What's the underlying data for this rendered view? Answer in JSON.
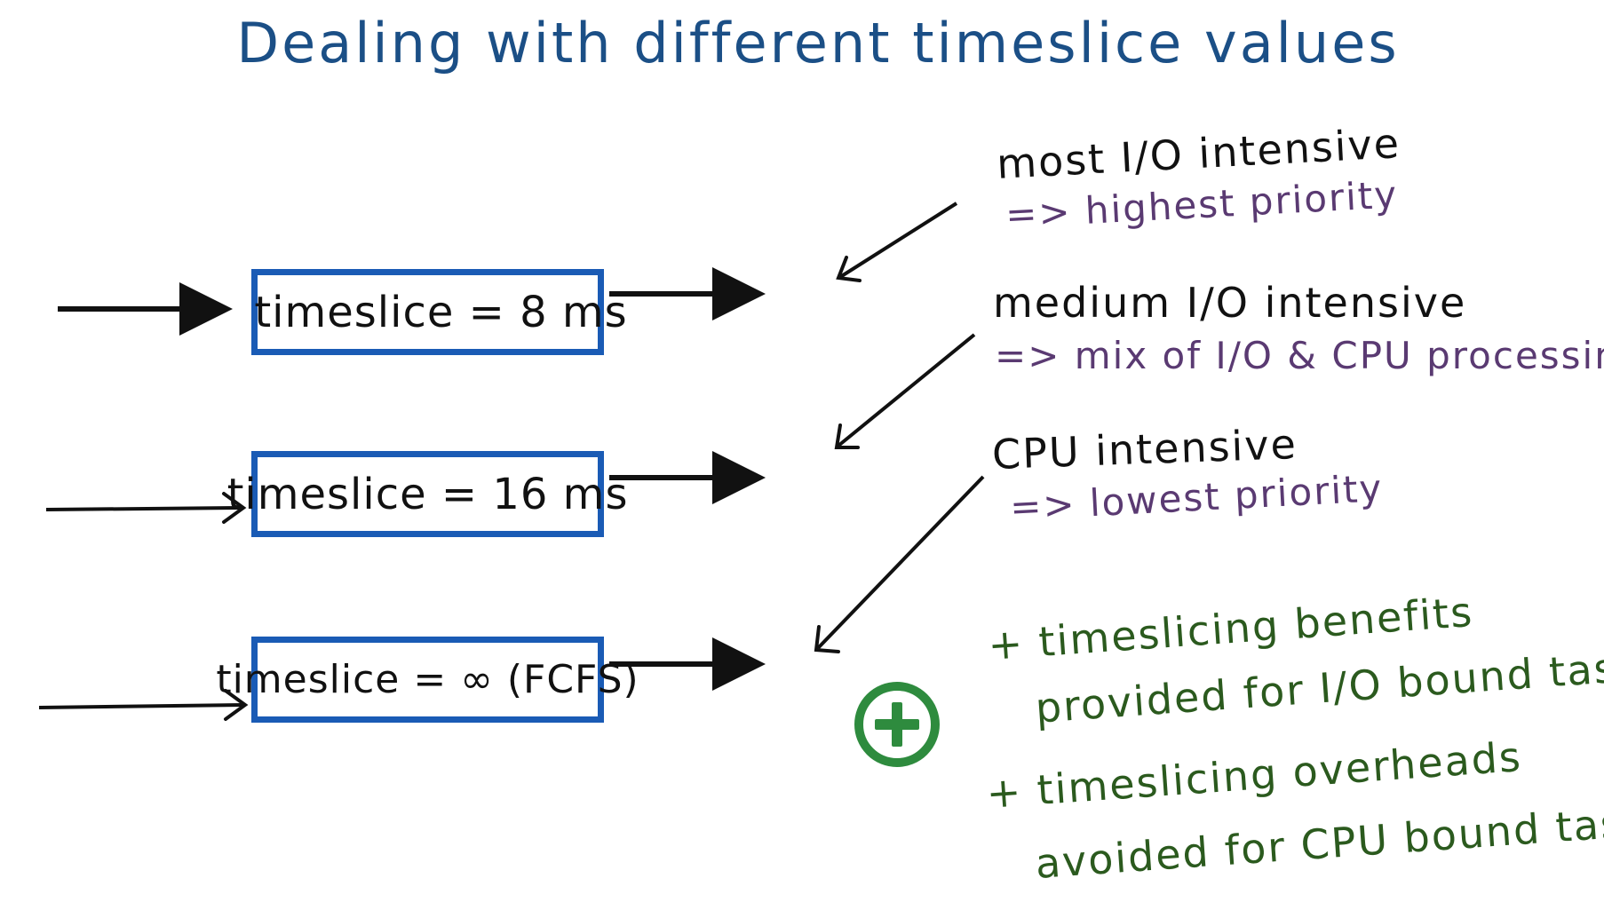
{
  "title": "Dealing with different timeslice values",
  "queues": [
    {
      "label": "timeslice = 8 ms"
    },
    {
      "label": "timeslice = 16 ms"
    },
    {
      "label": "timeslice = ∞ (FCFS)"
    }
  ],
  "priorities": [
    {
      "heading": "most I/O intensive",
      "detail": "=> highest priority"
    },
    {
      "heading": "medium I/O intensive",
      "detail": "=> mix of I/O & CPU processing"
    },
    {
      "heading": "CPU intensive",
      "detail": "=> lowest priority"
    }
  ],
  "benefits": [
    {
      "line1": "+ timeslicing benefits",
      "line2": "provided for I/O bound tasks"
    },
    {
      "line1": "+ timeslicing overheads",
      "line2": "avoided for CPU bound tasks"
    }
  ],
  "colors": {
    "title": "#1b4f86",
    "box_border": "#1a5bb5",
    "ink": "#111111",
    "priority_detail": "#5a3a72",
    "benefit": "#2b5a1e",
    "plus_badge": "#2e8b3e"
  },
  "icons": {
    "badge": "plus-circle-icon"
  }
}
